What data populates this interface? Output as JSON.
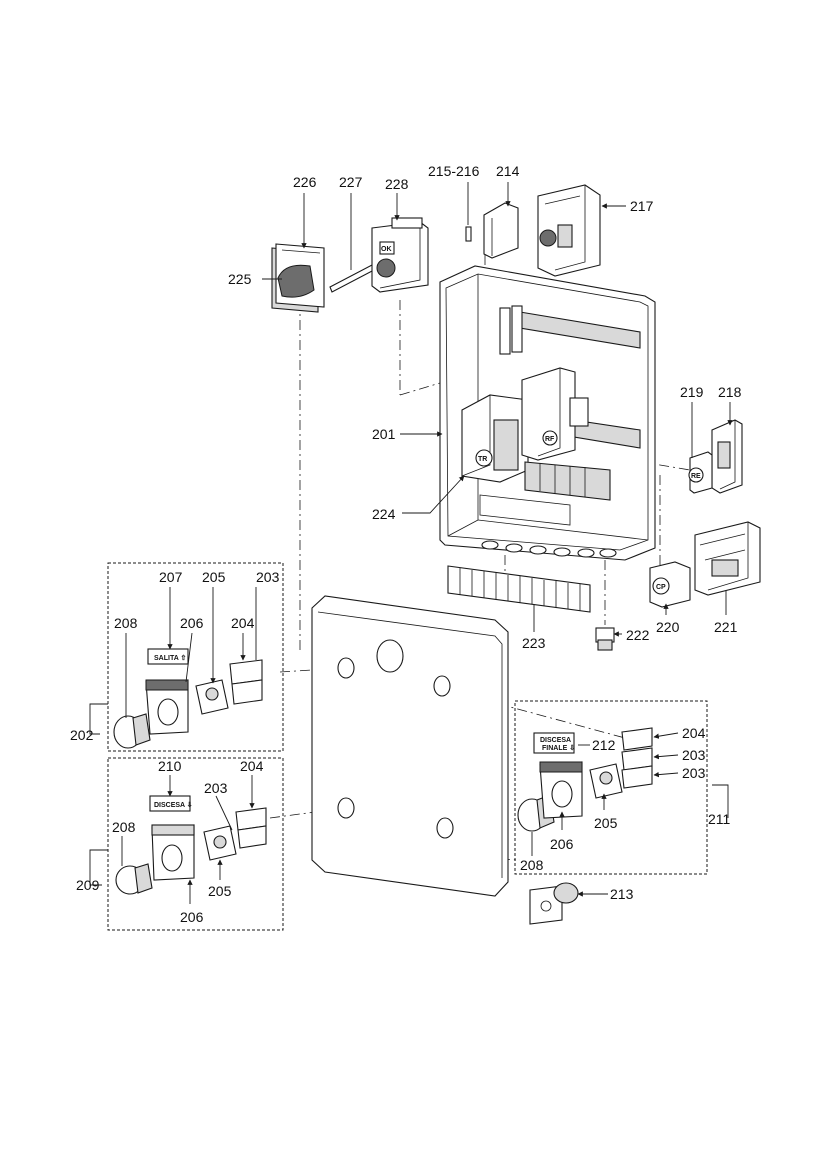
{
  "labels": {
    "l201": "201",
    "l202": "202",
    "l203a": "203",
    "l203b": "203",
    "l203c": "203",
    "l203d": "203",
    "l204a": "204",
    "l204b": "204",
    "l204c": "204",
    "l205a": "205",
    "l205b": "205",
    "l205c": "205",
    "l206a": "206",
    "l206b": "206",
    "l206c": "206",
    "l207": "207",
    "l208a": "208",
    "l208b": "208",
    "l208c": "208",
    "l209": "209",
    "l210": "210",
    "l211": "211",
    "l212": "212",
    "l213": "213",
    "l214": "214",
    "l215": "215-216",
    "l217": "217",
    "l218": "218",
    "l219": "219",
    "l220": "220",
    "l221": "221",
    "l222": "222",
    "l223": "223",
    "l224": "224",
    "l225": "225",
    "l226": "226",
    "l227": "227",
    "l228": "228"
  },
  "plates": {
    "salita": "SALITA ⇧",
    "discesa": "DISCESA ⇩",
    "discesa_finale_1": "DISCESA",
    "discesa_finale_2": "FINALE ⇩"
  },
  "component_marks": {
    "tr": "TR",
    "rf": "RF",
    "re": "RE",
    "cp": "CP",
    "ok": "OK"
  }
}
